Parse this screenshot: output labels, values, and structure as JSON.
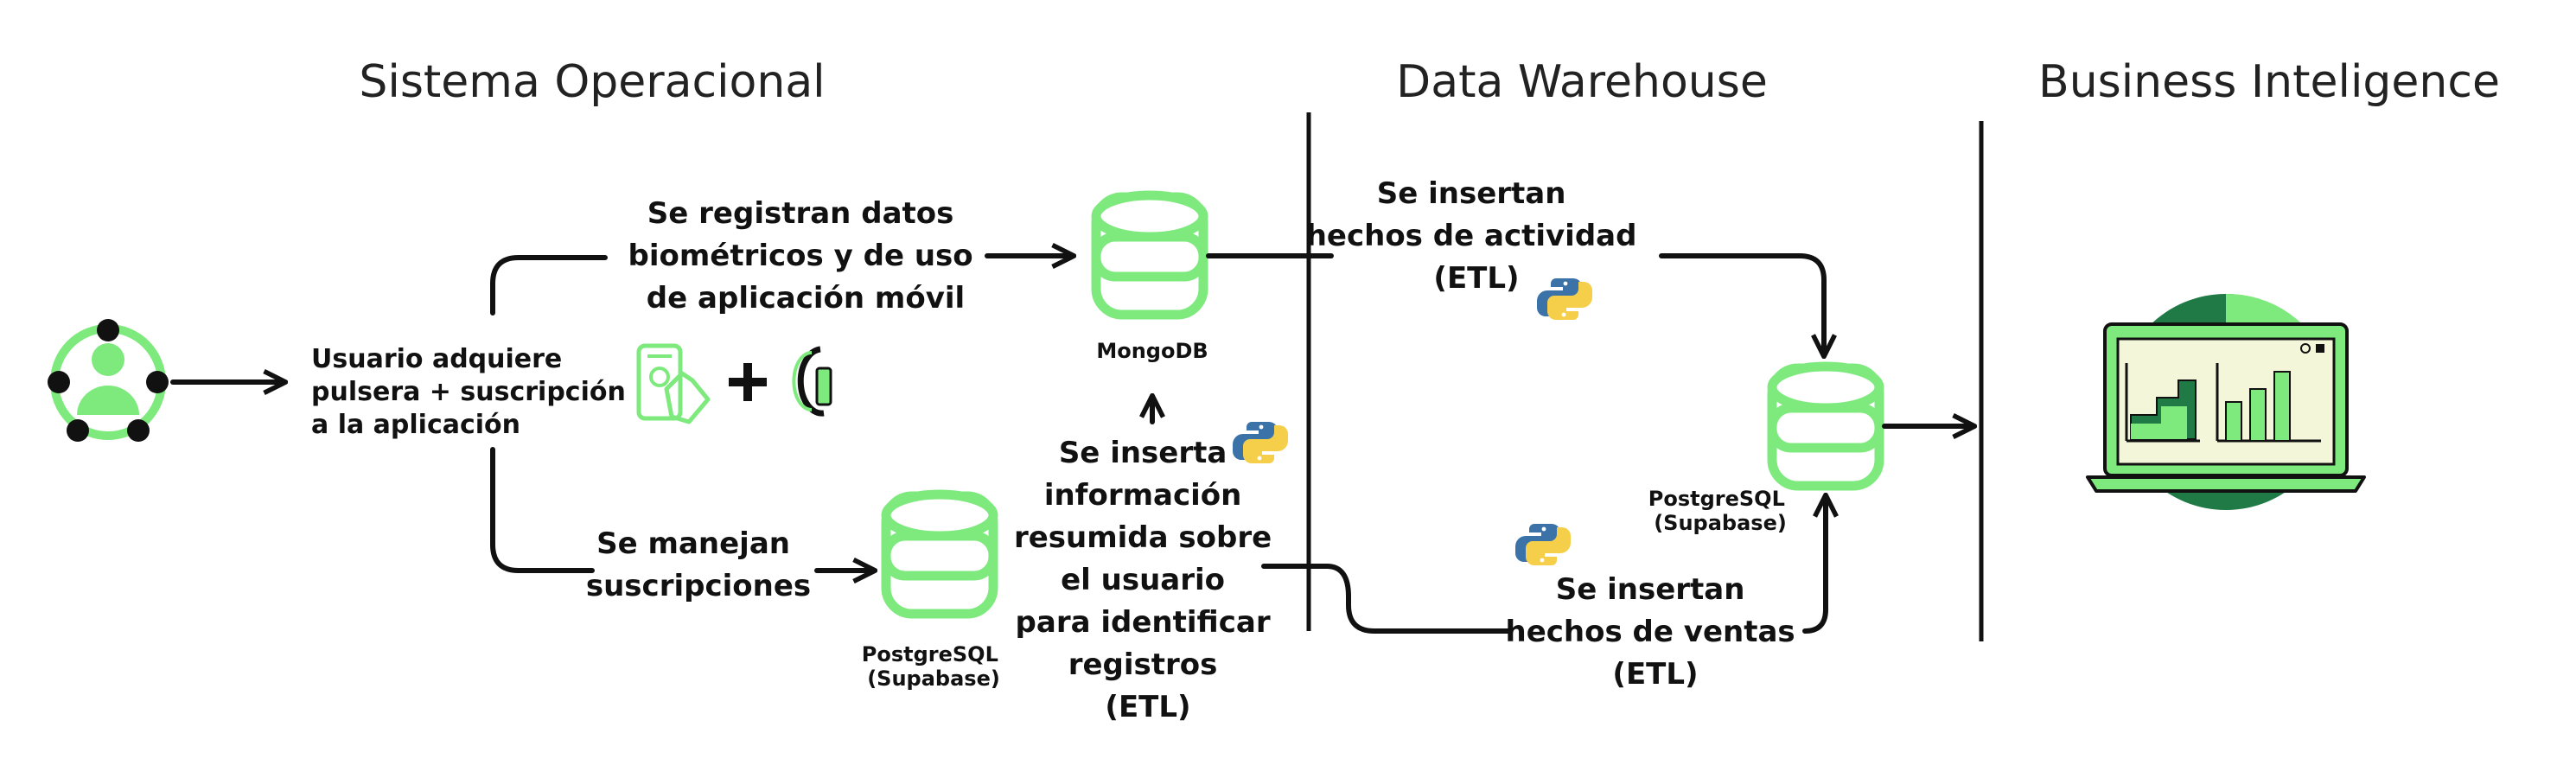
{
  "sections": {
    "operational": "Sistema Operacional",
    "warehouse": "Data Warehouse",
    "bi": "Business Inteligence"
  },
  "user": {
    "label_lines": [
      "Usuario adquiere",
      "pulsera + suscripción",
      "a la aplicación"
    ]
  },
  "steps": {
    "biometric": [
      "Se registran datos",
      "biométricos y de uso",
      "de aplicación móvil"
    ],
    "subscriptions": [
      "Se manejan",
      "suscripciones"
    ],
    "summary": [
      "Se inserta",
      "información",
      "resumida sobre",
      "el usuario",
      "para identificar",
      "registros",
      "(ETL)"
    ],
    "activity": [
      "Se insertan",
      "hechos de actividad",
      "(ETL)"
    ],
    "sales": [
      "Se insertan",
      "hechos de ventas",
      "(ETL)"
    ]
  },
  "databases": {
    "mongodb": [
      "MongoDB"
    ],
    "postgres_ops": [
      "PostgreSQL",
      "(Supabase)"
    ],
    "postgres_dw": [
      "PostgreSQL",
      "(Supabase)"
    ]
  },
  "icons": [
    "user-network-icon",
    "phone-hand-icon",
    "plus-icon",
    "wristband-icon",
    "python-icon",
    "database-icon",
    "laptop-dashboard-icon"
  ],
  "colors": {
    "accent_green": "#7eea7e",
    "dark_green": "#1f7a45",
    "line": "#111111"
  }
}
